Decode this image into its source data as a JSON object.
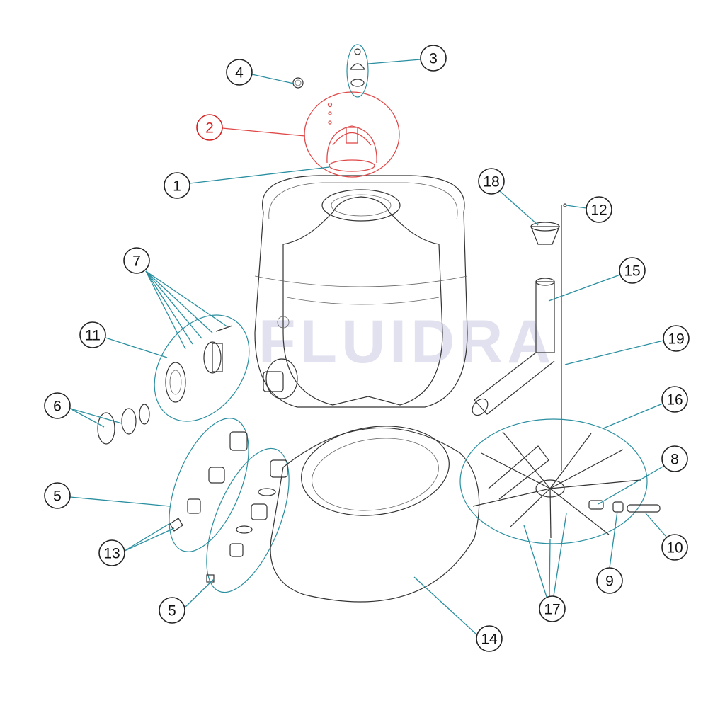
{
  "diagram": {
    "watermark": "FLUIDRA",
    "highlight_color": "#d42020",
    "leader_color": "#2a8fa0",
    "callouts": [
      {
        "label": "1",
        "part": "tank-neck"
      },
      {
        "label": "2",
        "part": "cover-assembly",
        "highlighted": true
      },
      {
        "label": "3",
        "part": "vent-valve"
      },
      {
        "label": "4",
        "part": "manometer"
      },
      {
        "label": "5",
        "part": "drain-assembly-a"
      },
      {
        "label": "5",
        "part": "drain-assembly-b"
      },
      {
        "label": "6",
        "part": "union-fitting"
      },
      {
        "label": "7",
        "part": "screws"
      },
      {
        "label": "8",
        "part": "lateral-connector"
      },
      {
        "label": "9",
        "part": "lateral-nut"
      },
      {
        "label": "10",
        "part": "lateral-tube"
      },
      {
        "label": "11",
        "part": "flange-gasket"
      },
      {
        "label": "12",
        "part": "rod-nut"
      },
      {
        "label": "13",
        "part": "drain-cap"
      },
      {
        "label": "14",
        "part": "base"
      },
      {
        "label": "15",
        "part": "riser-pipe"
      },
      {
        "label": "16",
        "part": "collector-assembly"
      },
      {
        "label": "17",
        "part": "laterals"
      },
      {
        "label": "18",
        "part": "diffuser"
      },
      {
        "label": "19",
        "part": "rod"
      }
    ]
  }
}
